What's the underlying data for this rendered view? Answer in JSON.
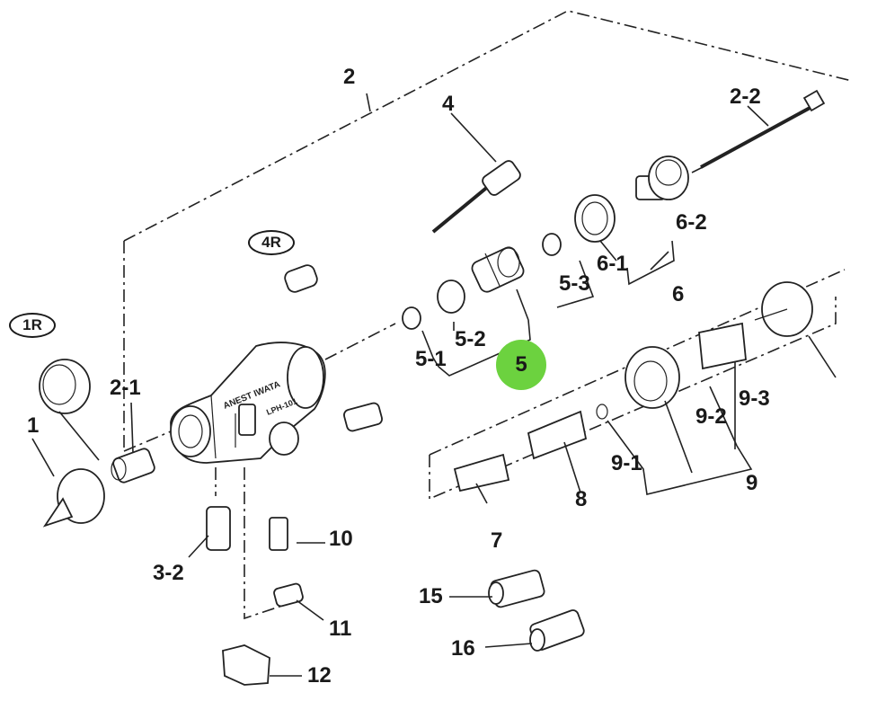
{
  "diagram": {
    "labels": {
      "l1": "1",
      "l1r": "1R",
      "l2": "2",
      "l2_1": "2-1",
      "l2_2": "2-2",
      "l3_2": "3-2",
      "l4": "4",
      "l4r": "4R",
      "l5": "5",
      "l5_1": "5-1",
      "l5_2": "5-2",
      "l5_3": "5-3",
      "l6": "6",
      "l6_1": "6-1",
      "l6_2": "6-2",
      "l7": "7",
      "l8": "8",
      "l9": "9",
      "l9_1": "9-1",
      "l9_2": "9-2",
      "l9_3": "9-3",
      "l10": "10",
      "l11": "11",
      "l12": "12",
      "l15": "15",
      "l16": "16"
    },
    "body_text": {
      "brand": "ANEST IWATA",
      "model": "LPH-101"
    },
    "highlight_color": "#6cd23f"
  }
}
